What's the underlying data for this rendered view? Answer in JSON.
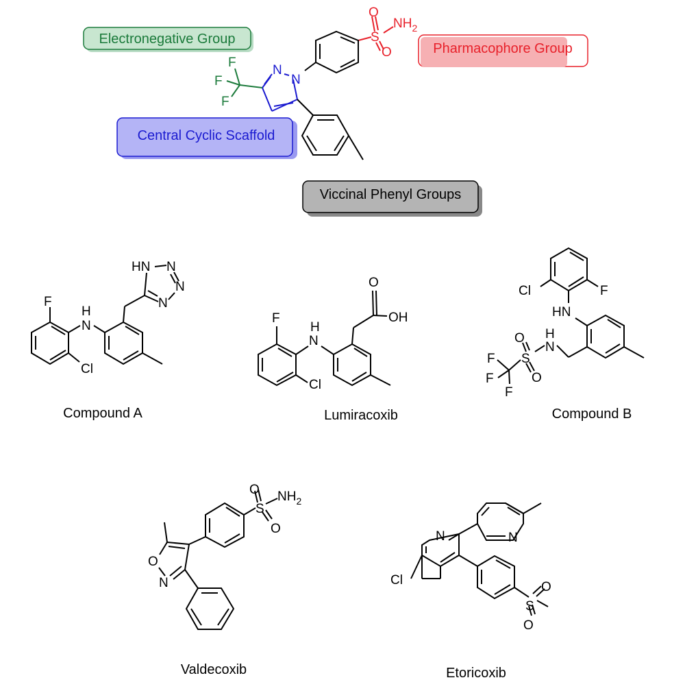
{
  "pharmacophore_model": {
    "annotations": {
      "electronegative": "Electronegative Group",
      "pharmacophore": "Pharmacophore Group",
      "scaffold": "Central Cyclic Scaffold",
      "phenyls": "Viccinal Phenyl Groups"
    },
    "atoms": {
      "sulfonyl_o_top": "O",
      "sulfonyl_s": "S",
      "sulfonyl_o_bottom": "O",
      "nh2_n": "NH",
      "nh2_sub": "2",
      "pyrazole_n_left": "N",
      "pyrazole_n_right": "N",
      "f_top": "F",
      "f_mid": "F",
      "f_bottom": "F"
    },
    "colors": {
      "electronegative": "#1a7a3a",
      "pharmacophore": "#e8202a",
      "scaffold": "#1a1ad0",
      "phenyls": "#000000"
    }
  },
  "compounds": [
    {
      "name": "Compound A",
      "atoms": {
        "f": "F",
        "nh": "H",
        "nh_n": "N",
        "cl": "Cl",
        "tetrazole_nh": "HN",
        "n1": "N",
        "n2": "N",
        "n3": "N"
      }
    },
    {
      "name": "Lumiracoxib",
      "atoms": {
        "f": "F",
        "nh": "H",
        "nh_n": "N",
        "cl": "Cl",
        "o": "O",
        "oh": "OH"
      }
    },
    {
      "name": "Compound B",
      "atoms": {
        "cl": "Cl",
        "f_ring": "F",
        "hn": "HN",
        "nh": "H",
        "nh_n": "N",
        "o_top": "O",
        "s": "S",
        "o_bottom": "O",
        "f1": "F",
        "f2": "F",
        "f3": "F"
      }
    },
    {
      "name": "Valdecoxib",
      "atoms": {
        "o_top": "O",
        "s": "S",
        "o_bottom": "O",
        "nh2": "NH",
        "nh2_sub": "2",
        "ring_o": "O",
        "ring_n": "N"
      }
    },
    {
      "name": "Etoricoxib",
      "atoms": {
        "n_left": "N",
        "n_right": "N",
        "cl": "Cl",
        "o_top": "O",
        "s": "S",
        "o_bottom": "O"
      }
    }
  ]
}
